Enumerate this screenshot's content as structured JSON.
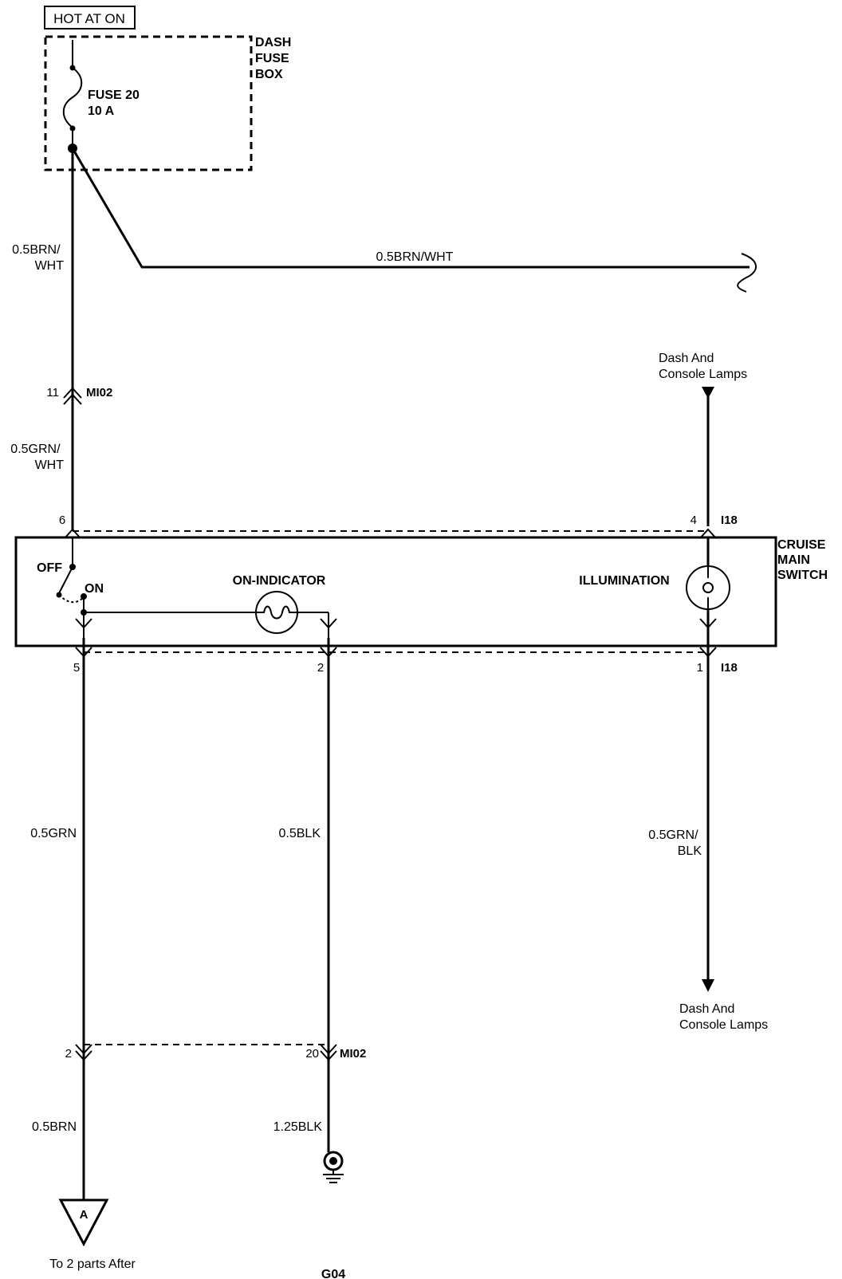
{
  "header": {
    "power_label": "HOT AT ON"
  },
  "fuse_box": {
    "label_lines": [
      "DASH",
      "FUSE",
      "BOX"
    ],
    "fuse_name": "FUSE 20",
    "fuse_rating": "10 A"
  },
  "wires": {
    "left_top_lines": [
      "0.5BRN/",
      "WHT"
    ],
    "horizontal": "0.5BRN/WHT",
    "left_mid_lines": [
      "0.5GRN/",
      "WHT"
    ],
    "lower_left": "0.5GRN",
    "lower_mid": "0.5BLK",
    "right_lower_lines": [
      "0.5GRN/",
      "BLK"
    ],
    "bottom_left": "0.5BRN",
    "bottom_mid": "1.25BLK"
  },
  "connectors": {
    "mi02_top": {
      "pin": "11",
      "name": "MI02"
    },
    "switch_pin_6": "6",
    "i18_top": {
      "pin": "4",
      "name": "I18"
    },
    "switch_pin_5": "5",
    "switch_pin_2": "2",
    "i18_bottom": {
      "pin": "1",
      "name": "I18"
    },
    "mi02_bottom_left_pin": "2",
    "mi02_bottom": {
      "pin": "20",
      "name": "MI02"
    }
  },
  "switch": {
    "label_lines": [
      "CRUISE",
      "MAIN",
      "SWITCH"
    ],
    "off_label": "OFF",
    "on_label": "ON",
    "on_indicator_label": "ON-INDICATOR",
    "illumination_label": "ILLUMINATION"
  },
  "destinations": {
    "top_right_lines": [
      "Dash And",
      "Console Lamps"
    ],
    "bottom_right_lines": [
      "Dash And",
      "Console Lamps"
    ]
  },
  "terminals": {
    "offpage_letter": "A",
    "offpage_caption": "To 2 parts After",
    "ground_label": "G04"
  },
  "icons": {
    "fuse": "fuse-icon",
    "lamp": "lamp-icon",
    "switch": "switch-icon",
    "ground": "ground-icon",
    "offpage": "offpage-connector-icon",
    "connector": "connector-icon"
  }
}
